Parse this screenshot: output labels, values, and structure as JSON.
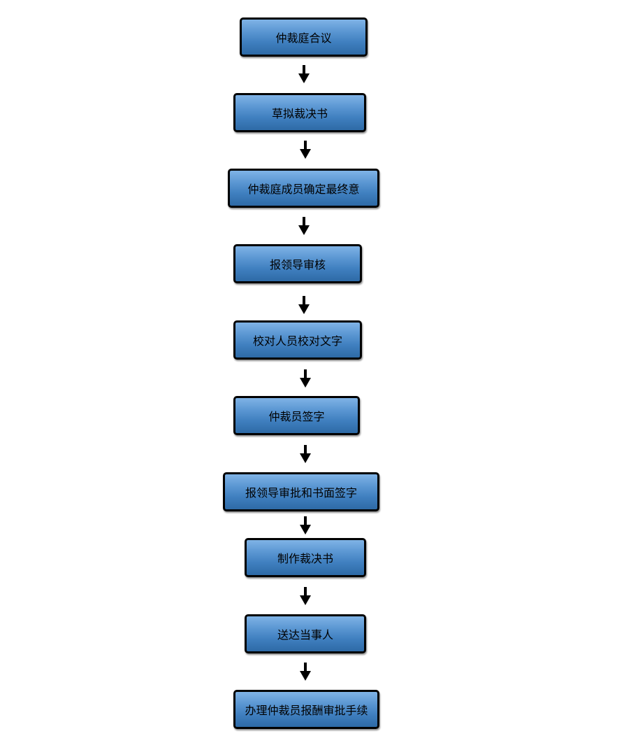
{
  "flowchart": {
    "steps": [
      {
        "label": "仲裁庭合议"
      },
      {
        "label": "草拟裁决书"
      },
      {
        "label": "仲裁庭成员确定最终意"
      },
      {
        "label": "报领导审核"
      },
      {
        "label": "校对人员校对文字"
      },
      {
        "label": "仲裁员签字"
      },
      {
        "label": "报领导审批和书面签字"
      },
      {
        "label": "制作裁决书"
      },
      {
        "label": "送达当事人"
      },
      {
        "label": "办理仲裁员报酬审批手续"
      }
    ]
  },
  "colors": {
    "box_fill_top": "#7fb3e6",
    "box_fill_bottom": "#2e6aa6",
    "box_border": "#000000",
    "arrow": "#000000"
  }
}
